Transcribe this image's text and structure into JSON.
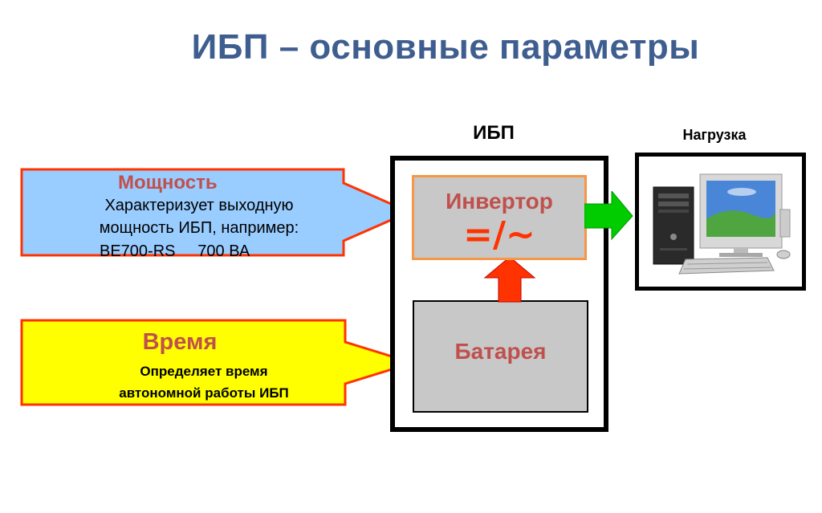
{
  "title": "ИБП – основные параметры",
  "labels": {
    "ups": "ИБП",
    "load": "Нагрузка"
  },
  "power_box": {
    "heading": "Мощность",
    "line1": "Характеризует выходную",
    "line2": "мощность ИБП, например:",
    "model": "BE700-RS     700 ВА"
  },
  "time_box": {
    "heading": "Время",
    "line1": "Определяет время",
    "line2": "автономной работы ИБП"
  },
  "ups_blocks": {
    "inverter": "Инвертор",
    "inverter_symbol": "=/~",
    "battery": "Батарея"
  },
  "colors": {
    "title": "#3f5e90",
    "power_fill": "#99ccff",
    "time_fill": "#ffff00",
    "arrow_border": "#ff3300",
    "block_fill": "#c8c8c8",
    "heading_red": "#c0504d",
    "output_arrow": "#00cc00"
  },
  "icons": {
    "load_image": "desktop-computer-icon"
  }
}
